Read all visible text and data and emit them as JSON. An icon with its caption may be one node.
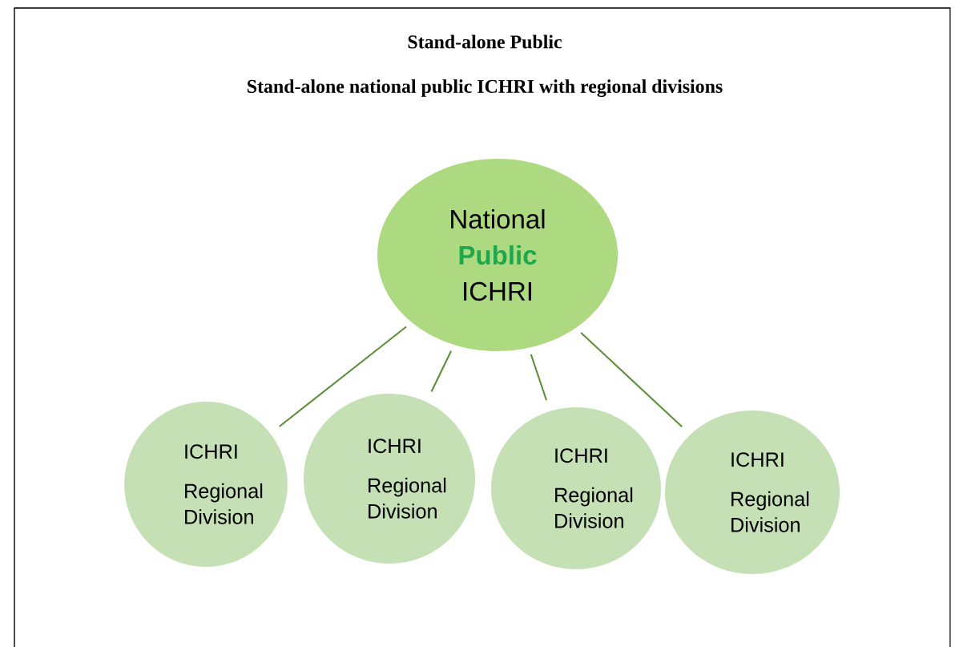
{
  "diagram": {
    "title": "Stand-alone Public",
    "nodes": [
      {
        "text": [
          "National",
          "Public",
          "ICHRI"
        ]
      },
      {
        "text": [
          "ICHRI",
          "Regional Division"
        ]
      },
      {
        "text": [
          "ICHRI",
          "Regional Division"
        ]
      },
      {
        "text": [
          "ICHRI",
          "Regional Division"
        ]
      },
      {
        "text": [
          "ICHRI",
          "Regional Division"
        ]
      }
    ],
    "edges": [
      {
        "from": 0,
        "to": 1,
        "arrow": "none"
      },
      {
        "from": 0,
        "to": 2,
        "arrow": "none"
      },
      {
        "from": 0,
        "to": 3,
        "arrow": "none"
      },
      {
        "from": 0,
        "to": 4,
        "arrow": "none"
      }
    ],
    "labels": [
      "Stand-alone national public ICHRI with regional divisions"
    ]
  }
}
